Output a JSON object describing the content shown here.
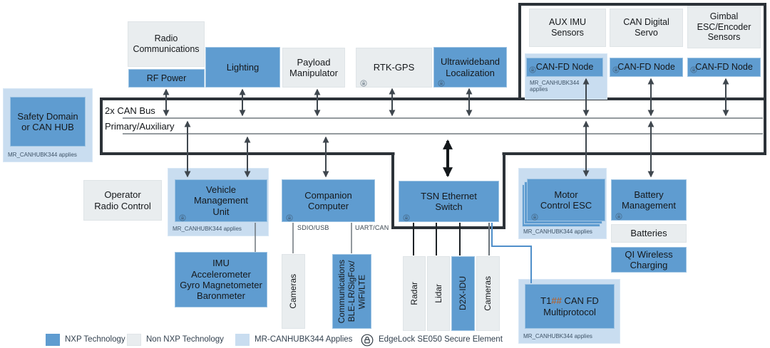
{
  "colors": {
    "nxp_blue": "#5f9cd0",
    "non_nxp_gray": "#e9edef",
    "canhubk_light_blue": "#c9ddf0",
    "outline_dark": "#2c3238",
    "arrow_gray": "#3f474e",
    "ethernet_link_blue": "#4f8fca",
    "t1_hash_orange": "#c45911"
  },
  "bus": {
    "label_line1": "2x CAN Bus",
    "label_line2": "Primary/Auxiliary"
  },
  "applies_note": "MR_CANHUBK344 applies",
  "applies_note_wrapped": "MR_CANHUBK344\napplies",
  "nodes": {
    "safety_domain": "Safety Domain\nor CAN HUB",
    "radio_communications": "Radio\nCommunications",
    "rf_power": "RF Power",
    "lighting": "Lighting",
    "payload_manipulator": "Payload\nManipulator",
    "rtk_gps": "RTK-GPS",
    "ultrawideband": "Ultrawideband\nLocalization",
    "aux_imu": "AUX IMU\nSensors",
    "can_digital_servo": "CAN Digital\nServo",
    "gimbal": "Gimbal\nESC/Encoder\nSensors",
    "can_fd_node": "CAN-FD Node",
    "operator_radio": "Operator\nRadio Control",
    "vmu": "Vehicle\nManagement\nUnit",
    "companion": "Companion\nComputer",
    "tsn": "TSN Ethernet\nSwitch",
    "motor_esc": "Motor\nControl ESC",
    "battery_mgmt": "Battery\nManagement",
    "batteries": "Batteries",
    "qi_charging": "QI Wireless\nCharging",
    "imu_stack": "IMU\nAccelerometer\nGyro Magnetometer\nBaronmeter",
    "cameras_left": "Cameras",
    "communications": "Communications\nBLE-LR/SigFox/\nWiFi/LTE",
    "radar": "Radar",
    "lidar": "Lidar",
    "d2x_idu": "D2X-IDU",
    "cameras_right": "Cameras",
    "t1_prefix": "T1",
    "t1_hash": "##",
    "t1_suffix": " CAN FD",
    "t1_line2": "Multiprotocol"
  },
  "interfaces": {
    "sdio_usb": "SDIO/USB",
    "uart_can": "UART/CAN"
  },
  "legend": {
    "nxp": "NXP Technology",
    "non_nxp": "Non NXP Technology",
    "mr_canhubk344": "MR-CANHUBK344 Applies",
    "edgelock": "EdgeLock SE050 Secure Element"
  }
}
